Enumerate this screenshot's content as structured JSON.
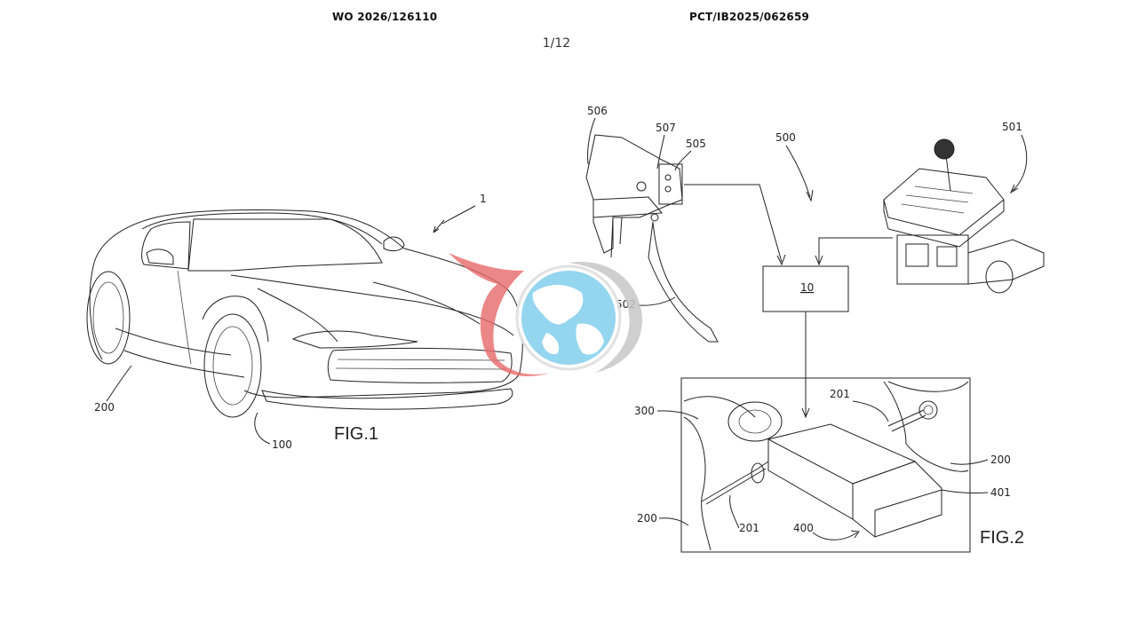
{
  "header": {
    "publication_number": "WO 2026/126110",
    "application_number": "PCT/IB2025/062659",
    "sheet": "1/12"
  },
  "figures": {
    "fig1": {
      "caption": "FIG.1",
      "refs": [
        "1",
        "200",
        "100"
      ]
    },
    "fig2": {
      "caption": "FIG.2",
      "controller_box": "10",
      "refs": [
        "506",
        "507",
        "505",
        "500",
        "501",
        "502",
        "201",
        "300",
        "200",
        "401",
        "200",
        "201",
        "400"
      ]
    }
  },
  "watermark": {
    "colors": {
      "red": "#e86a6a",
      "blue": "#8fd3ef",
      "grey": "#c8c8c8"
    }
  }
}
